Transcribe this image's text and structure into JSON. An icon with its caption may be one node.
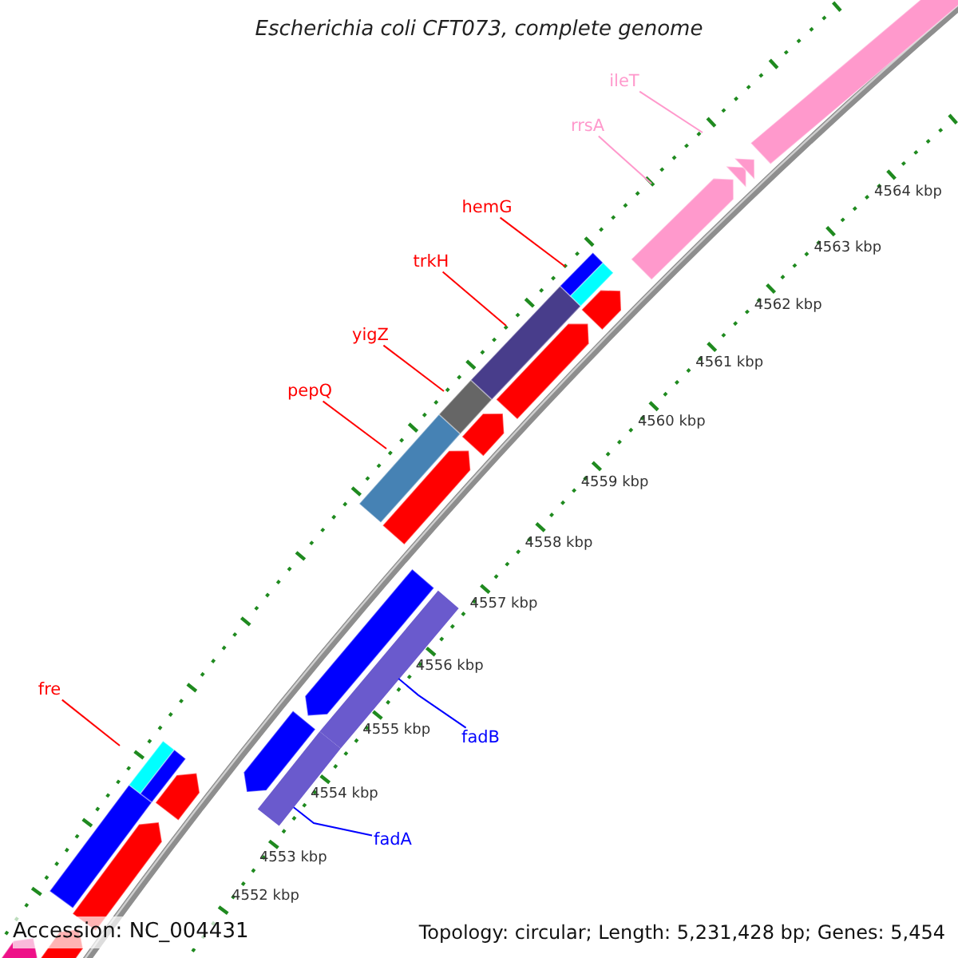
{
  "diagram": {
    "title": "Escherichia coli CFT073, complete genome",
    "nodes": [
      {
        "text": [
          "ileT"
        ]
      },
      {
        "text": [
          "rrsA"
        ]
      },
      {
        "text": [
          "hemG"
        ]
      },
      {
        "text": [
          "trkH"
        ]
      },
      {
        "text": [
          "yigZ"
        ]
      },
      {
        "text": [
          "pepQ"
        ]
      },
      {
        "text": [
          "fre"
        ]
      },
      {
        "text": [
          "fadB"
        ]
      },
      {
        "text": [
          "fadA"
        ]
      },
      {
        "text": [],
        "shape": "bar"
      },
      {
        "text": [],
        "shape": "bar"
      }
    ],
    "edges": [
      {
        "from": 0,
        "to": null,
        "arrow": "none",
        "color": "#ff99cc"
      },
      {
        "from": 1,
        "to": null,
        "arrow": "none",
        "color": "#ff99cc"
      },
      {
        "from": 2,
        "to": null,
        "arrow": "none"
      },
      {
        "from": 3,
        "to": null,
        "arrow": "none"
      },
      {
        "from": 4,
        "to": null,
        "arrow": "none"
      },
      {
        "from": 5,
        "to": null,
        "arrow": "none"
      },
      {
        "from": 6,
        "to": null,
        "arrow": "none"
      },
      {
        "from": 7,
        "to": 9,
        "arrow": "none",
        "color": "#0000ff"
      },
      {
        "from": 8,
        "to": 10,
        "arrow": "none",
        "color": "#0000ff"
      }
    ],
    "labels": [
      "4564 kbp",
      "4563 kbp",
      "4562 kbp",
      "4561 kbp",
      "4560 kbp",
      "4559 kbp",
      "4558 kbp",
      "4557 kbp",
      "4556 kbp",
      "4555 kbp",
      "4554 kbp",
      "4553 kbp",
      "4552 kbp",
      "Accession: NC_004431",
      "Topology: circular; Length: 5,231,428 bp; Genes: 5,454"
    ]
  }
}
